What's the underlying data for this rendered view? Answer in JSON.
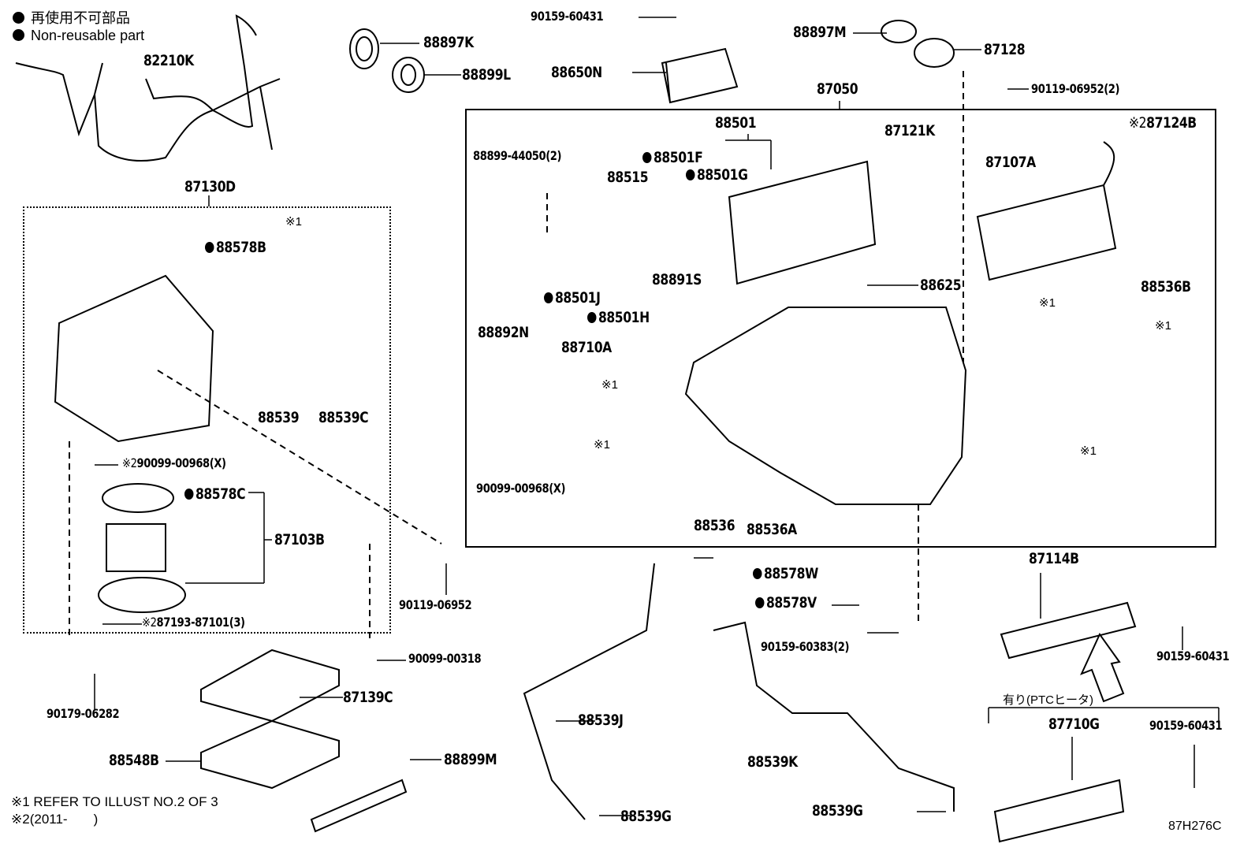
{
  "legend": {
    "jp": "再使用不可部品",
    "en": "Non-reusable part"
  },
  "notes": {
    "n1": "※1 REFER TO ILLUST NO.2 OF 3",
    "n2": "※2(2011-       )"
  },
  "diagram_code": "87H276C",
  "option_caption": "有り(PTCヒータ)",
  "groups": {
    "blower_unit": "87130D",
    "ac_unit": "87050",
    "evaporator": "88501",
    "expansion_valve": "88710A"
  },
  "parts": {
    "p82210K": "82210K",
    "p88897K": "88897K",
    "p88899L": "88899L",
    "p90159_60431_top": "90159-60431",
    "p88650N": "88650N",
    "p88897M": "88897M",
    "p87128": "87128",
    "p90119_06952_2": "90119-06952(2)",
    "p88578B": "88578B",
    "p88539": "88539",
    "p88539C": "88539C",
    "p90099_00968_X_left": "90099-00968(X)",
    "p88578C": "88578C",
    "p87103B": "87103B",
    "p87193_87101_3": "87193-87101(3)",
    "p90119_06952": "90119-06952",
    "p90179_06282": "90179-06282",
    "p90099_00318": "90099-00318",
    "p87139C": "87139C",
    "p88548B": "88548B",
    "p88899M": "88899M",
    "p88899_44050_2": "88899-44050(2)",
    "p88515": "88515",
    "p88501F": "88501F",
    "p88501G": "88501G",
    "p88891S": "88891S",
    "p88892N": "88892N",
    "p88501J": "88501J",
    "p88501H": "88501H",
    "p87121K": "87121K",
    "p88625": "88625",
    "p87107A": "87107A",
    "p87124B": "87124B",
    "p88536B": "88536B",
    "p90099_00968_X_right": "90099-00968(X)",
    "p88536": "88536",
    "p88536A": "88536A",
    "p88578W": "88578W",
    "p88578V": "88578V",
    "p90159_60383_2": "90159-60383(2)",
    "p88539J": "88539J",
    "p88539K": "88539K",
    "p88539G_left": "88539G",
    "p88539G_right": "88539G",
    "p87114B": "87114B",
    "p90159_60431_mid": "90159-60431",
    "p87710G": "87710G",
    "p90159_60431_bottom": "90159-60431"
  },
  "refs": {
    "ref1": "※1",
    "ref2": "※2"
  }
}
